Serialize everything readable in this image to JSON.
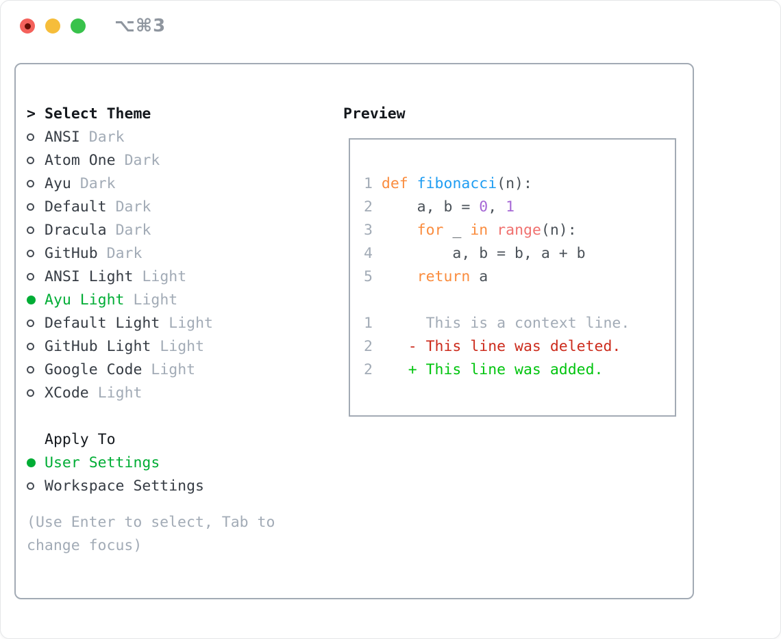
{
  "window": {
    "title": "⌥⌘3"
  },
  "colors": {
    "accent-green": "#00ad35",
    "added-green": "#00c40e",
    "deleted-red": "#cc2b1c",
    "muted-gray": "#a2abb6",
    "text-dark": "#363c44",
    "heading-black": "#14181d",
    "kw-orange": "#fa8c3e",
    "fn-blue": "#1f9df2",
    "num-purple": "#a668d5",
    "range-pink": "#f0716f",
    "code-plain": "#4a5158",
    "border-gray": "#a2aab4",
    "traffic-red": "#f4615b",
    "traffic-red-dot": "#650d04",
    "traffic-yellow": "#f6bd3a",
    "traffic-green": "#38c24b",
    "title-gray": "#8f969f"
  },
  "left": {
    "header_prefix": ">",
    "header": "Select Theme",
    "themes": [
      {
        "name": "ANSI",
        "variant": "Dark",
        "selected": false
      },
      {
        "name": "Atom One",
        "variant": "Dark",
        "selected": false
      },
      {
        "name": "Ayu",
        "variant": "Dark",
        "selected": false
      },
      {
        "name": "Default",
        "variant": "Dark",
        "selected": false
      },
      {
        "name": "Dracula",
        "variant": "Dark",
        "selected": false
      },
      {
        "name": "GitHub",
        "variant": "Dark",
        "selected": false
      },
      {
        "name": "ANSI Light",
        "variant": "Light",
        "selected": false
      },
      {
        "name": "Ayu Light",
        "variant": "Light",
        "selected": true
      },
      {
        "name": "Default Light",
        "variant": "Light",
        "selected": false
      },
      {
        "name": "GitHub Light",
        "variant": "Light",
        "selected": false
      },
      {
        "name": "Google Code",
        "variant": "Light",
        "selected": false
      },
      {
        "name": "XCode",
        "variant": "Light",
        "selected": false
      }
    ],
    "apply_to": {
      "header": "Apply To",
      "options": [
        {
          "label": "User Settings",
          "selected": true
        },
        {
          "label": "Workspace Settings",
          "selected": false
        }
      ]
    },
    "hint": "(Use Enter to select, Tab to change focus)"
  },
  "preview": {
    "header": "Preview",
    "code": [
      {
        "num": "1",
        "tokens": [
          {
            "t": "def",
            "c": "kw"
          },
          {
            "t": " ",
            "c": "pl"
          },
          {
            "t": "fibonacci",
            "c": "fn"
          },
          {
            "t": "(n):",
            "c": "pl"
          }
        ]
      },
      {
        "num": "2",
        "tokens": [
          {
            "t": "    a, b = ",
            "c": "pl"
          },
          {
            "t": "0",
            "c": "num"
          },
          {
            "t": ", ",
            "c": "pl"
          },
          {
            "t": "1",
            "c": "num"
          }
        ]
      },
      {
        "num": "3",
        "tokens": [
          {
            "t": "    ",
            "c": "pl"
          },
          {
            "t": "for",
            "c": "kw"
          },
          {
            "t": " _ ",
            "c": "pl"
          },
          {
            "t": "in",
            "c": "kw"
          },
          {
            "t": " ",
            "c": "pl"
          },
          {
            "t": "range",
            "c": "rng"
          },
          {
            "t": "(n):",
            "c": "pl"
          }
        ]
      },
      {
        "num": "4",
        "tokens": [
          {
            "t": "        a, b = b, a + b",
            "c": "pl"
          }
        ]
      },
      {
        "num": "5",
        "tokens": [
          {
            "t": "    ",
            "c": "pl"
          },
          {
            "t": "return",
            "c": "kw"
          },
          {
            "t": " a",
            "c": "pl"
          }
        ]
      }
    ],
    "diff": [
      {
        "num": "1",
        "text": "     This is a context line.",
        "kind": "context"
      },
      {
        "num": "2",
        "text": "   - This line was deleted.",
        "kind": "deleted"
      },
      {
        "num": "2",
        "text": "   + This line was added.",
        "kind": "added"
      }
    ]
  }
}
